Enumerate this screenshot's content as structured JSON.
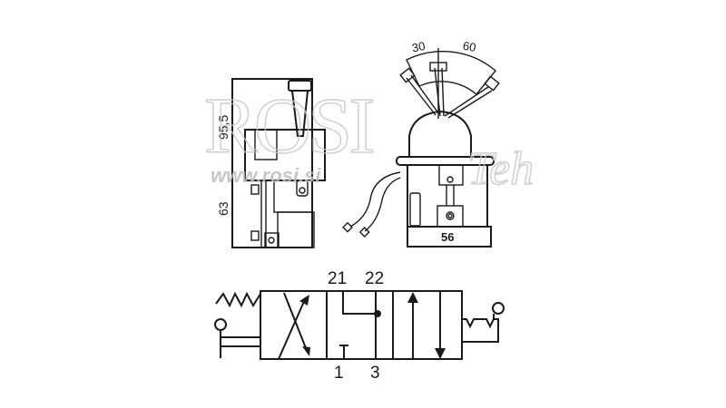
{
  "side_view": {
    "dim_upper": "95,5",
    "dim_lower": "63"
  },
  "front_view": {
    "angle_left": "30",
    "angle_right": "60",
    "base_width": "56"
  },
  "schematic": {
    "port_top_left": "21",
    "port_top_right": "22",
    "port_bottom_left": "1",
    "port_bottom_right": "3"
  },
  "watermark": {
    "brand": "ROSI",
    "suffix": "Teh",
    "url": "www.rosi.si"
  }
}
